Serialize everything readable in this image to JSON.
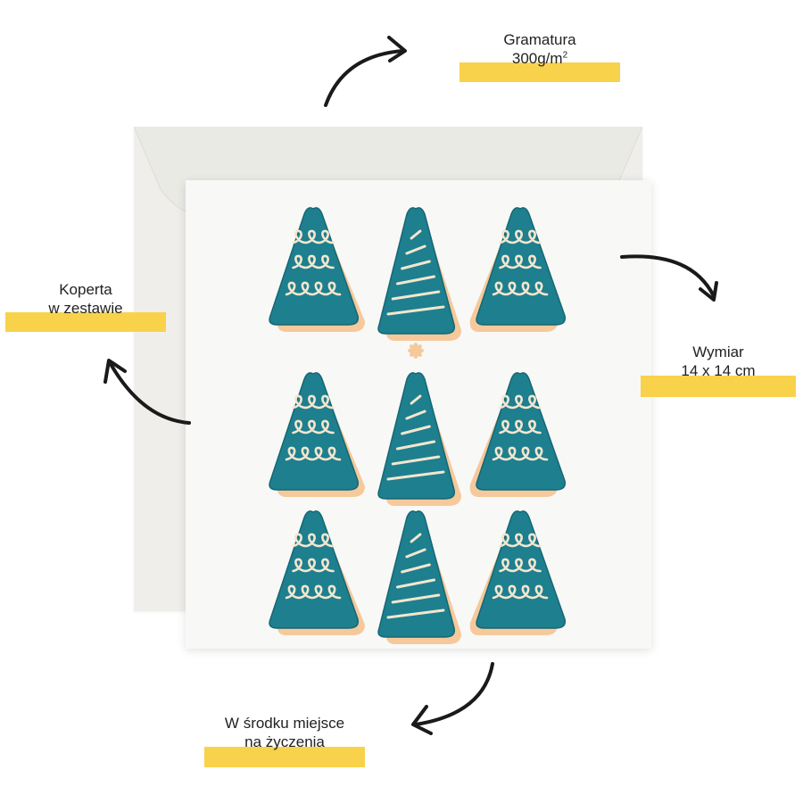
{
  "labels": {
    "weight": {
      "line1": "Gramatura",
      "line2_value": "300g/m",
      "line2_sup": "2"
    },
    "envelope": {
      "line1": "Koperta",
      "line2": "w zestawie"
    },
    "size": {
      "line1": "Wymiar",
      "line2": "14 x 14 cm"
    },
    "inside": {
      "line1": "W środku miejsce",
      "line2": "na życzenia"
    }
  },
  "colors": {
    "highlight": "#f9d24b",
    "tree_teal": "#1e7f8e",
    "tree_dark": "#156775",
    "cookie": "#f5c99b",
    "icing": "#f3e6cf",
    "star": "#f5c99b",
    "envelope": "#efeeeb",
    "card": "#f8f8f6",
    "arrow": "#1a1a1a"
  },
  "card": {
    "rows": [
      [
        "swirl",
        "stripe",
        "swirl"
      ],
      [
        "swirl",
        "stripe-star",
        "swirl"
      ],
      [
        "swirl",
        "stripe",
        "swirl"
      ]
    ]
  },
  "icons": {
    "weight_arrow": "curved-arrow-icon",
    "envelope_arrow": "curved-arrow-icon",
    "size_arrow": "curved-arrow-icon",
    "inside_arrow": "curved-arrow-icon"
  }
}
